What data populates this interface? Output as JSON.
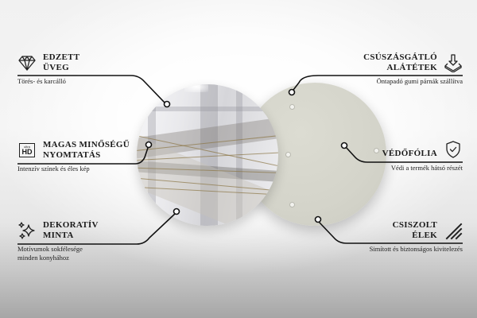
{
  "features": {
    "left": [
      {
        "icon": "diamond-icon",
        "title_line1": "EDZETT",
        "title_line2": "ÜVEG",
        "description_line1": "Törés- és karcálló",
        "description_line2": ""
      },
      {
        "icon": "ultra-hd-icon",
        "icon_text_small": "ultra",
        "icon_text_large": "HD",
        "title_line1": "MAGAS MINŐSÉGŰ",
        "title_line2": "NYOMTATÁS",
        "description_line1": "Intenzív színek és éles kép",
        "description_line2": ""
      },
      {
        "icon": "sparkles-icon",
        "title_line1": "DEKORATÍV",
        "title_line2": "MINTA",
        "description_line1": "Motívumok sokfélesége",
        "description_line2": "minden konyhához"
      }
    ],
    "right": [
      {
        "icon": "anti-slip-pad-icon",
        "title_line1": "CSÚSZÁSGÁTLÓ",
        "title_line2": "ALÁTÉTEK",
        "description_line1": "Öntapadó gumi párnák szállítva"
      },
      {
        "icon": "shield-check-icon",
        "title_line1": "VÉDŐFÓLIA",
        "title_line2": "",
        "description_line1": "Védi a termék hátsó részét"
      },
      {
        "icon": "polished-edge-icon",
        "title_line1": "CSISZOLT",
        "title_line2": "ÉLEK",
        "description_line1": "Simított és biztonságos kivitelezés"
      }
    ]
  },
  "colors": {
    "line": "#111111",
    "back_disc": "#d4d4ca",
    "text": "#1a1a1a"
  }
}
